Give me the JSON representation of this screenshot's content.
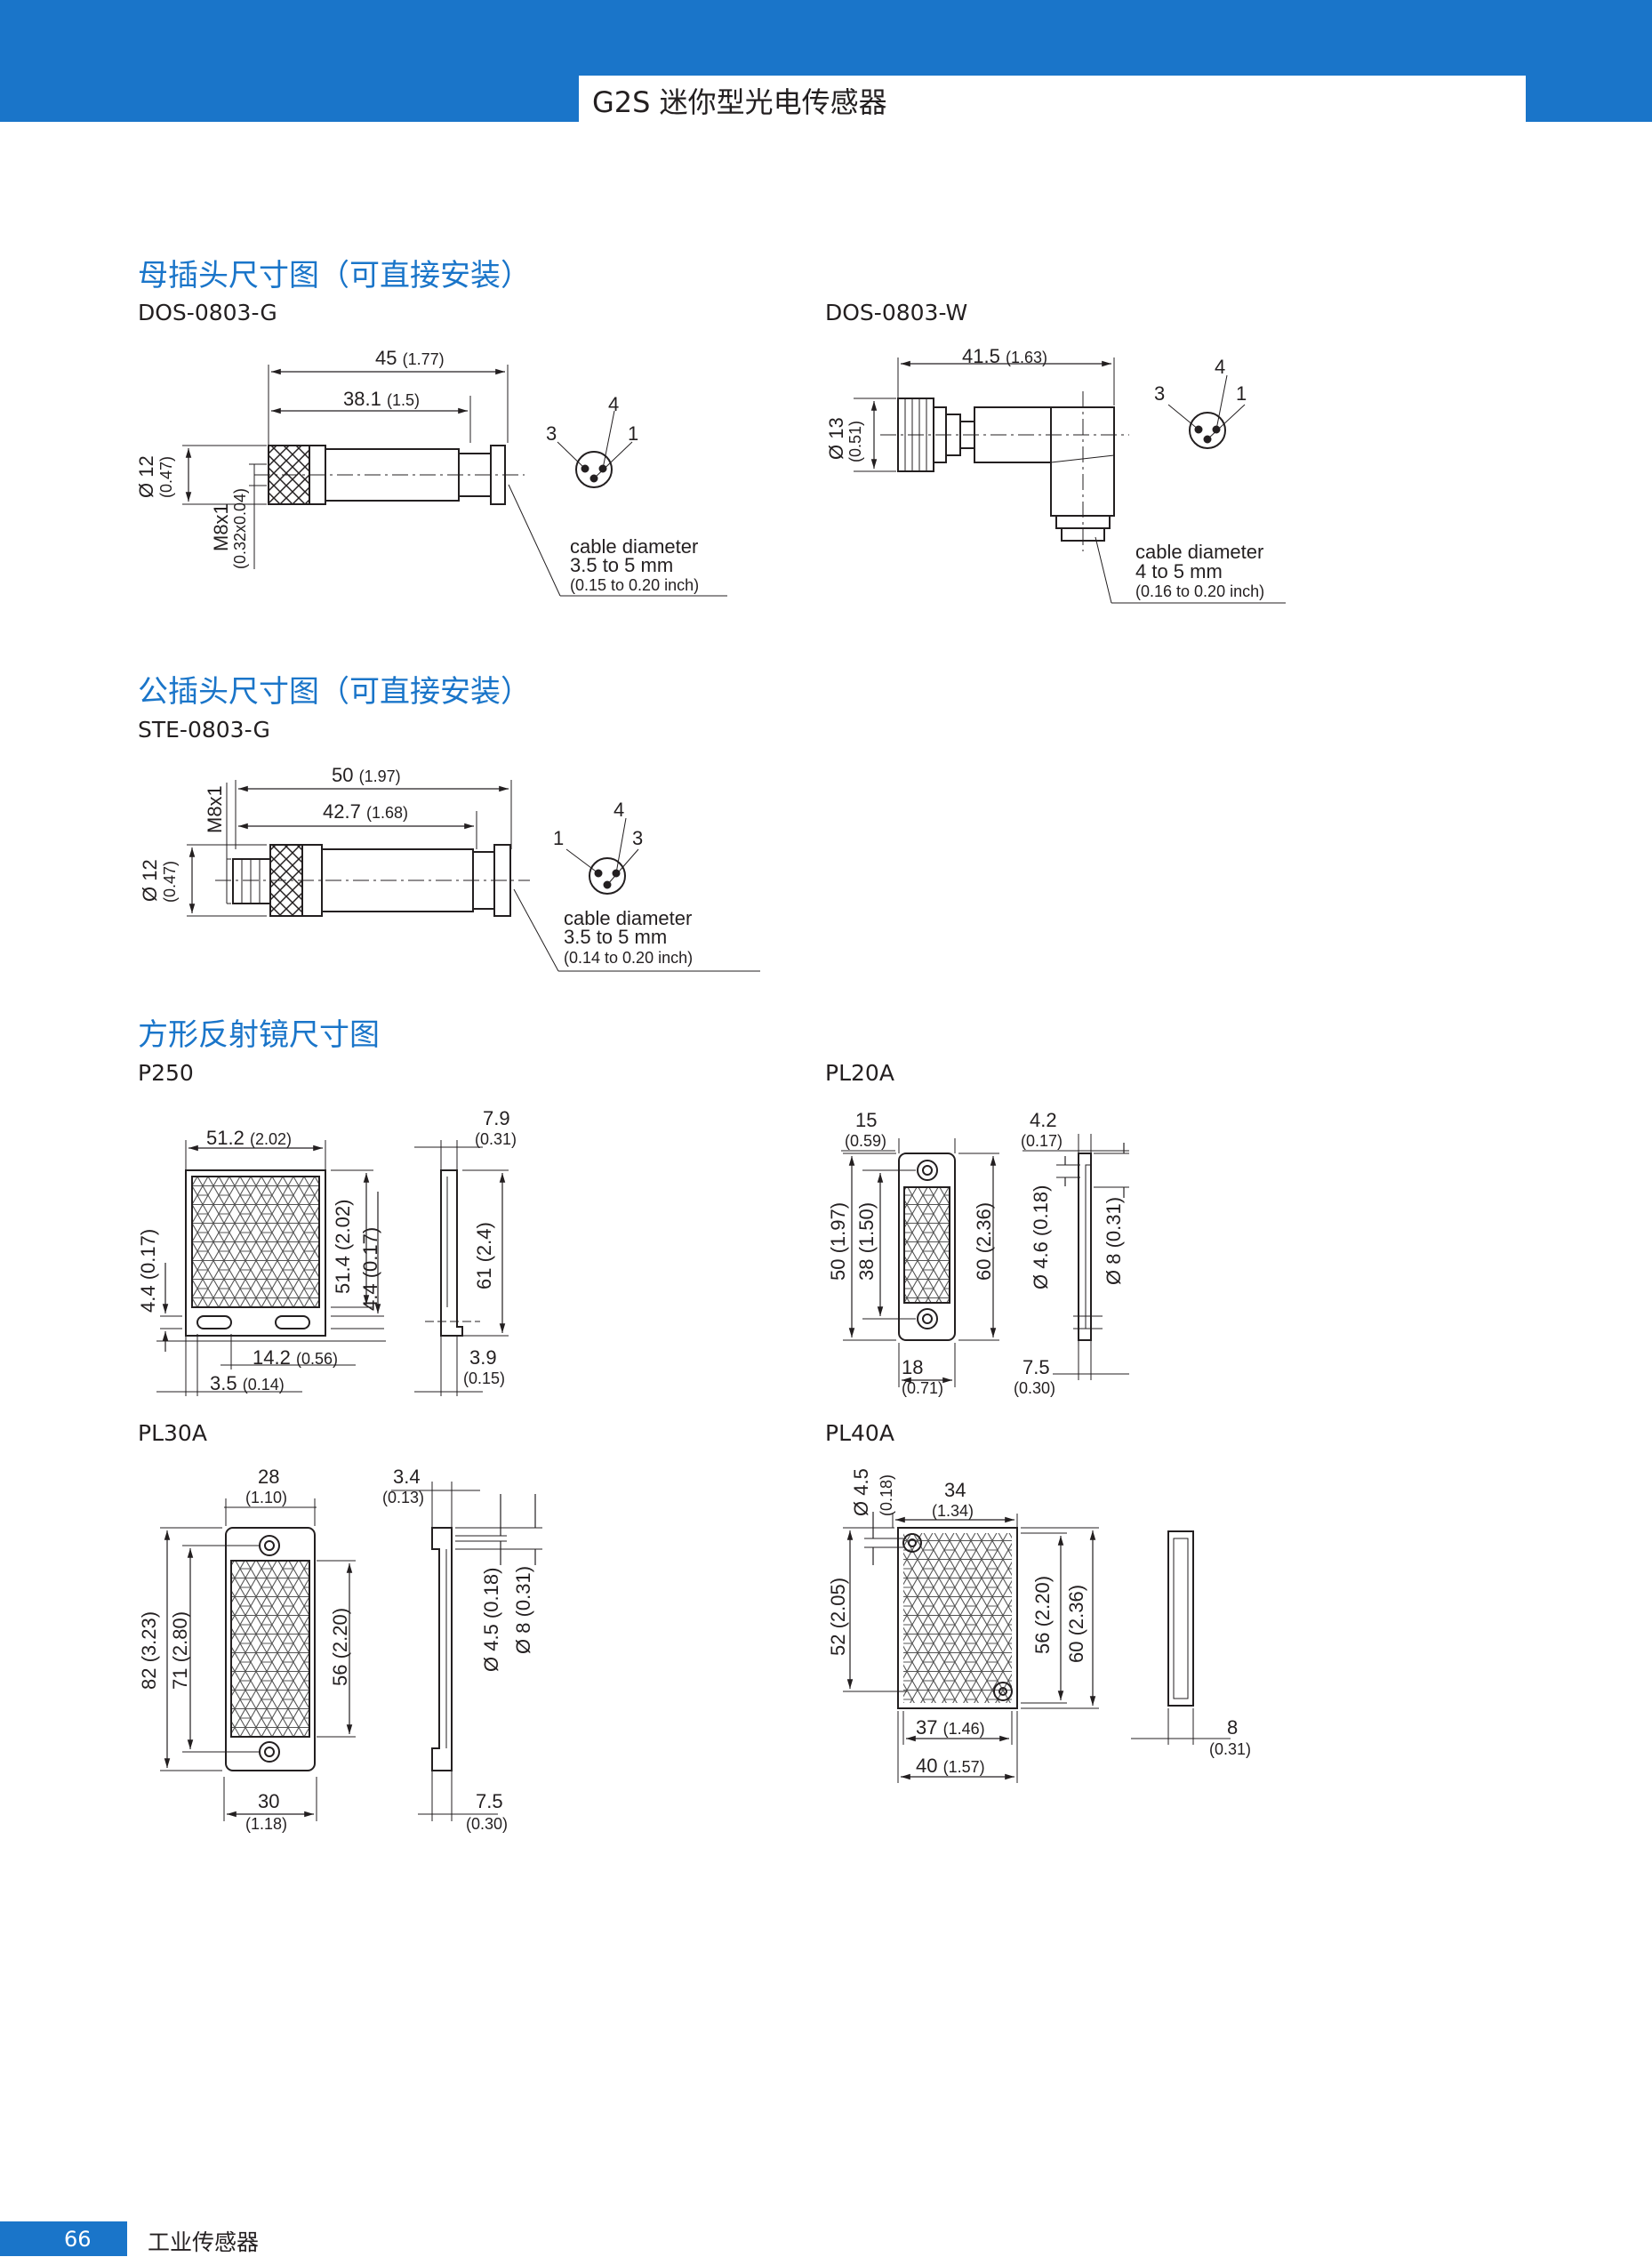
{
  "header": {
    "title": "G2S 迷你型光电传感器"
  },
  "sections": {
    "female": {
      "heading": "母插头尺寸图（可直接安装）",
      "dos_g": {
        "name": "DOS-0803-G",
        "len_total": "45",
        "len_total_in": "(1.77)",
        "len_inner": "38.1",
        "len_inner_in": "(1.5)",
        "dia": "Ø 12",
        "dia_in": "(0.47)",
        "thread": "M8x1",
        "thread_in": "(0.32x0.04)",
        "pin_a": "3",
        "pin_b": "4",
        "pin_c": "1",
        "cable_1": "cable diameter",
        "cable_2": "3.5 to 5 mm",
        "cable_3": "(0.15 to 0.20 inch)"
      },
      "dos_w": {
        "name": "DOS-0803-W",
        "len_total": "41.5",
        "len_total_in": "(1.63)",
        "dia": "Ø 13",
        "dia_in": "(0.51)",
        "pin_a": "3",
        "pin_b": "4",
        "pin_c": "1",
        "cable_1": "cable diameter",
        "cable_2": "4 to 5 mm",
        "cable_3": "(0.16 to 0.20 inch)"
      }
    },
    "male": {
      "heading": "公插头尺寸图（可直接安装）",
      "ste_g": {
        "name": "STE-0803-G",
        "len_total": "50",
        "len_total_in": "(1.97)",
        "len_inner": "42.7",
        "len_inner_in": "(1.68)",
        "thread": "M8x1",
        "dia": "Ø 12",
        "dia_in": "(0.47)",
        "pin_a": "1",
        "pin_b": "4",
        "pin_c": "3",
        "cable_1": "cable diameter",
        "cable_2": "3.5 to 5 mm",
        "cable_3": "(0.14 to 0.20 inch)"
      }
    },
    "reflectors": {
      "heading": "方形反射镜尺寸图",
      "p250": {
        "name": "P250",
        "w": "51.2",
        "w_in": "(2.02)",
        "d": "7.9",
        "d_in": "(0.31)",
        "left_v": "4.4 (0.17)",
        "h_inner": "51.4 (2.02)",
        "h_small": "4.4 (0.17)",
        "h_side": "61 (2.4)",
        "b1": "14.2",
        "b1_in": "(0.56)",
        "b2": "3.5",
        "b2_in": "(0.14)",
        "b3": "3.9",
        "b3_in": "(0.15)"
      },
      "pl20a": {
        "name": "PL20A",
        "w": "15",
        "w_in": "(0.59)",
        "d": "4.2",
        "d_in": "(0.17)",
        "h_outer": "50 (1.97)",
        "h_inner": "38 (1.50)",
        "h_right": "60 (2.36)",
        "hole": "Ø 4.6 (0.18)",
        "hole2": "Ø 8 (0.31)",
        "b1": "18",
        "b1_in": "(0.71)",
        "b2": "7.5",
        "b2_in": "(0.30)"
      },
      "pl30a": {
        "name": "PL30A",
        "w": "28",
        "w_in": "(1.10)",
        "d": "3.4",
        "d_in": "(0.13)",
        "h_outer": "82 (3.23)",
        "h_mid": "71 (2.80)",
        "h_inner": "56 (2.20)",
        "hole": "Ø 4.5 (0.18)",
        "hole2": "Ø 8 (0.31)",
        "b1": "30",
        "b1_in": "(1.18)",
        "b2": "7.5",
        "b2_in": "(0.30)"
      },
      "pl40a": {
        "name": "PL40A",
        "hole": "Ø 4.5",
        "hole_in": "(0.18)",
        "w": "34",
        "w_in": "(1.34)",
        "h_left": "52 (2.05)",
        "h_inner": "56 (2.20)",
        "h_outer": "60 (2.36)",
        "b1": "37",
        "b1_in": "(1.46)",
        "b2": "40",
        "b2_in": "(1.57)",
        "d": "8",
        "d_in": "(0.31)"
      }
    }
  },
  "footer": {
    "page": "66",
    "text": "工业传感器"
  }
}
